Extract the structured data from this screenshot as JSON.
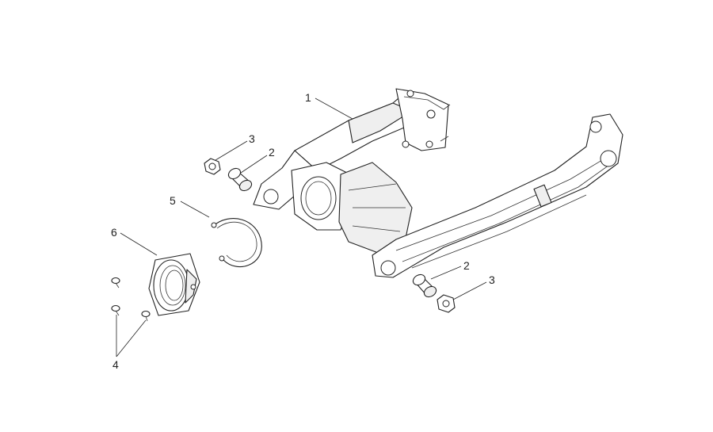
{
  "diagram": {
    "callouts": [
      {
        "id": "c1",
        "text": "1"
      },
      {
        "id": "c2a",
        "text": "2"
      },
      {
        "id": "c3a",
        "text": "3"
      },
      {
        "id": "c5",
        "text": "5"
      },
      {
        "id": "c6",
        "text": "6"
      },
      {
        "id": "c2b",
        "text": "2"
      },
      {
        "id": "c3b",
        "text": "3"
      },
      {
        "id": "c4",
        "text": "4"
      }
    ]
  }
}
